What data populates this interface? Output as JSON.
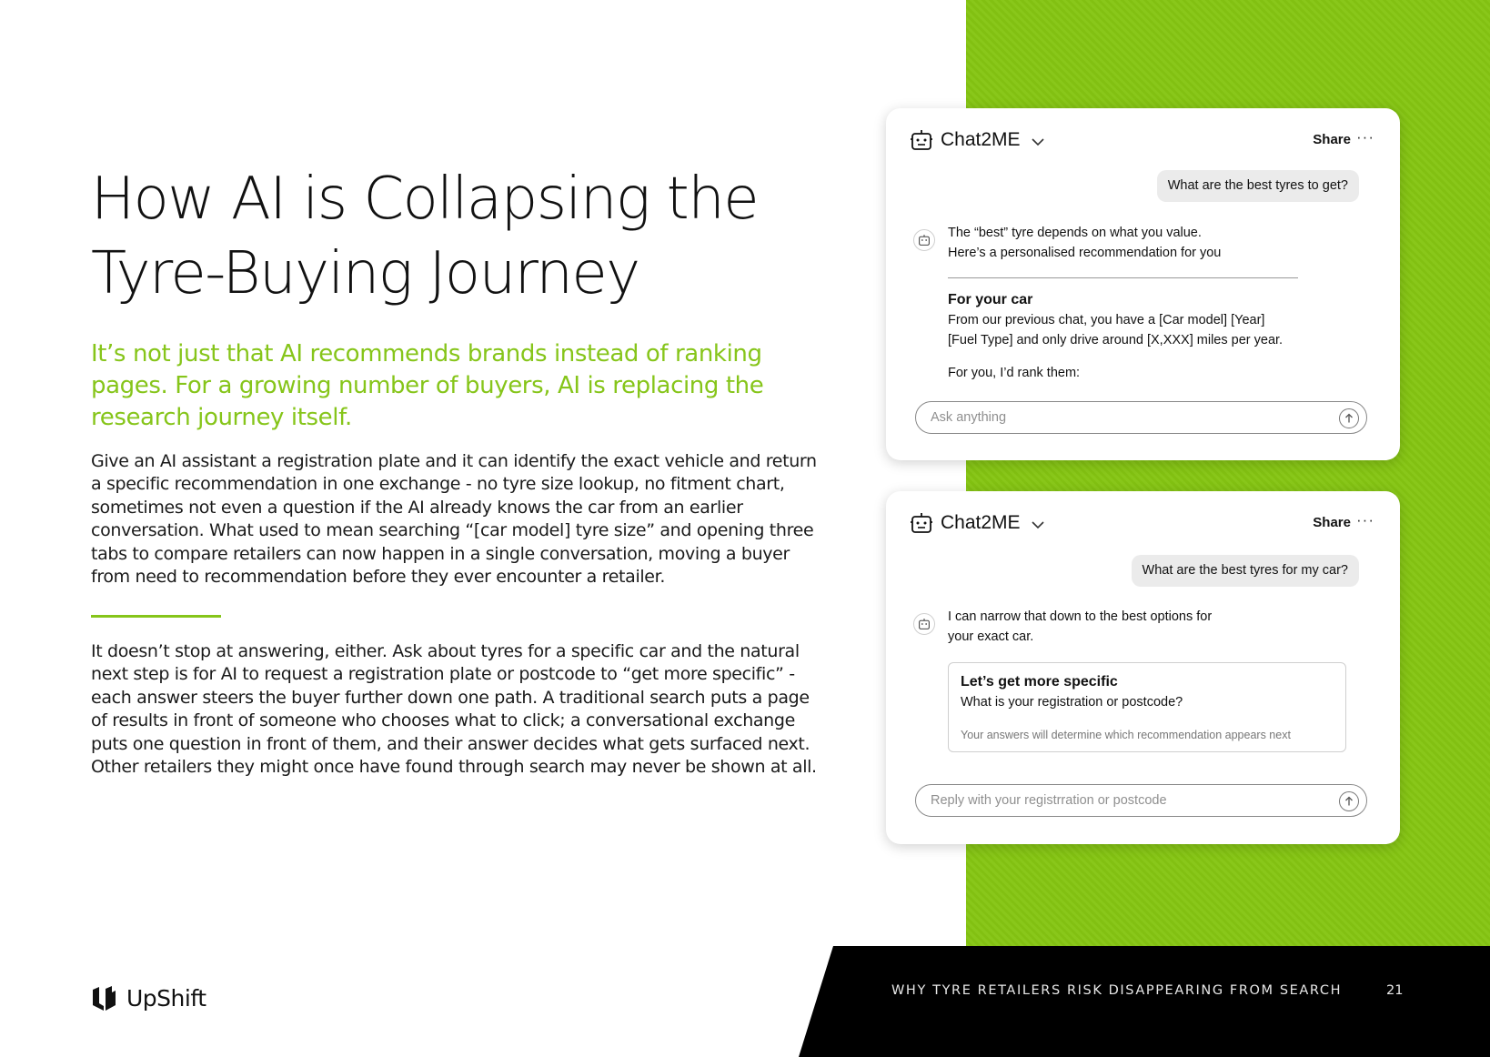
{
  "article": {
    "headline_line1": "How AI is Collapsing the",
    "headline_line2": "Tyre-Buying Journey",
    "standfirst": "It’s not just that AI recommends brands instead of ranking pages. For a growing number of buyers, AI is replacing the research journey itself.",
    "paragraph1": "Give an AI assistant a registration plate and it can identify the exact vehicle and return a specific recommendation in one exchange - no tyre size lookup, no fitment chart, sometimes not even a question if the AI already knows the car from an earlier conversation. What used to mean searching “[car model] tyre size” and opening three tabs to compare retailers can now happen in a single conversation, moving a buyer from need to recommendation before they ever encounter a retailer.",
    "paragraph2": "It doesn’t stop at answering, either. Ask about tyres for a specific car and the natural next step is for AI to request a registration plate or postcode to “get more specific” - each answer steers the buyer further down one path. A traditional search puts a page of results in front of someone who chooses what to click; a conversational exchange puts one question in front of them, and their answer decides what gets surfaced next. Other retailers they might once have found through search may never be shown at all."
  },
  "brand": {
    "logo_text": "UpShift"
  },
  "footer": {
    "title": "WHY TYRE RETAILERS RISK DISAPPEARING FROM SEARCH",
    "page_number": "21"
  },
  "chat1": {
    "app_name": "Chat2ME",
    "share_label": "Share",
    "more_label": "···",
    "user_message": "What are the best tyres to get?",
    "bot_line1": "The “best” tyre depends on what you value.",
    "bot_line2": "Here’s a personalised recommendation for you",
    "section_title": "For your car",
    "section_line1": "From our previous chat, you have a [Car model] [Year]",
    "section_line2": "[Fuel Type] and only drive around [X,XXX] miles per year.",
    "rank_line": "For you, I’d rank them:",
    "input_placeholder": "Ask anything"
  },
  "chat2": {
    "app_name": "Chat2ME",
    "share_label": "Share",
    "more_label": "···",
    "user_message": "What are the best tyres for my car?",
    "bot_line1": "I can narrow that down to the best options for",
    "bot_line2": "your exact car.",
    "box_title": "Let’s get more specific",
    "box_question": "What is your registration or postcode?",
    "box_note": "Your answers will determine which recommendation appears next",
    "input_placeholder": "Reply with your registrration or postcode"
  },
  "colors": {
    "accent_green": "#86c51a",
    "panel_green": "#85c512",
    "footer_black": "#000000"
  },
  "icons": {
    "chat_app": "robot-icon",
    "dropdown": "chevron-down-icon",
    "send": "arrow-up-icon",
    "logo": "upshift-logo-icon"
  }
}
